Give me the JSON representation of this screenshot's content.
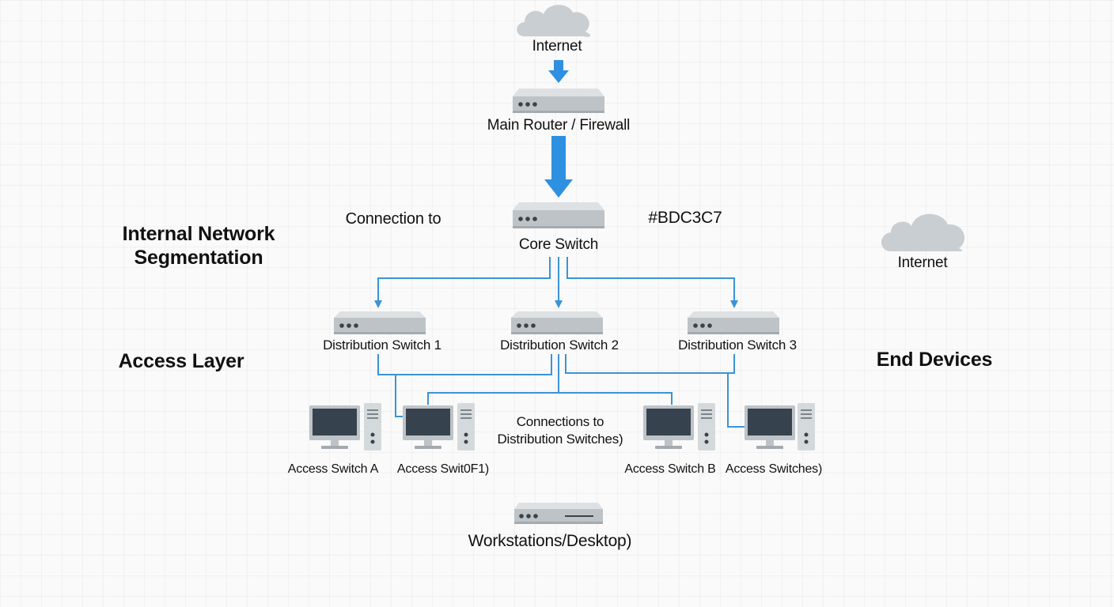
{
  "colors": {
    "arrow": "#2e90e0",
    "link": "#3a94d6",
    "device_body": "#bdc3c7",
    "device_face": "#a4abb0",
    "device_led": "#3c4248",
    "cloud": "#c9ced2",
    "monitor_screen": "#36434f",
    "background": "#fafafa"
  },
  "nodes": {
    "internet_top": "Internet",
    "main_router": "Main Router / Firewall",
    "core_switch": "Core Switch",
    "dist_switch_1": "Distribution Switch 1",
    "dist_switch_2": "Distribution Switch 2",
    "dist_switch_3": "Distribution Switch 3",
    "internet_right": "Internet",
    "workstations": "Workstations/Desktop)"
  },
  "endpoints": {
    "a": "Access Switch A",
    "b": "Access Swit0F1)",
    "c": "Access Switch B",
    "d": "Access Switches)"
  },
  "annotations": {
    "connection_to": "Connection to",
    "hex_code": "#BDC3C7",
    "connections_note": "Connections to\nDistribution Switches)"
  },
  "section_labels": {
    "segmentation": "Internal Network\nSegmentation",
    "access_layer": "Access Layer",
    "end_devices": "End Devices"
  }
}
